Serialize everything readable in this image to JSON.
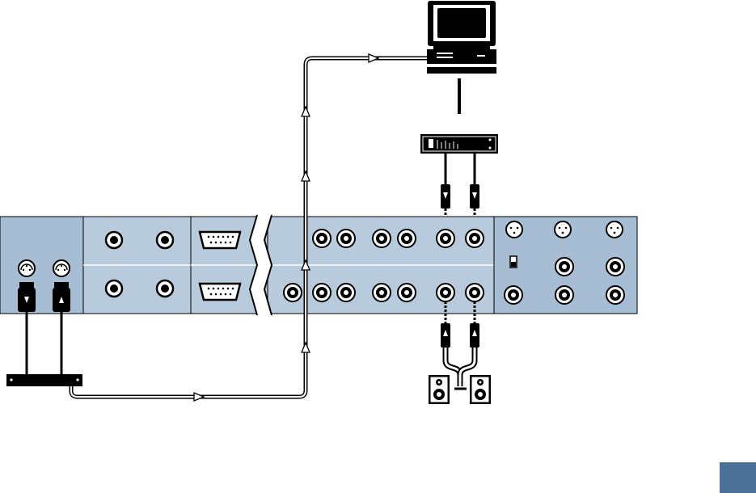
{
  "diagram": {
    "colors": {
      "panel": "#b8cbdd",
      "panel_dark": "#a7bdd3",
      "ink": "#000000",
      "paper": "#ffffff",
      "page_tab": "#4b7199"
    },
    "devices": [
      {
        "id": "computer",
        "icon": "computer-monitor-icon"
      },
      {
        "id": "interface-top",
        "icon": "rack-interface-icon"
      },
      {
        "id": "midi-interface",
        "icon": "rack-midi-interface-icon"
      },
      {
        "id": "rear-panel",
        "icon": "rear-panel-icon"
      },
      {
        "id": "monitor-left",
        "icon": "speaker-icon"
      },
      {
        "id": "monitor-right",
        "icon": "speaker-icon"
      }
    ],
    "connections": [
      {
        "from": "midi-interface",
        "to": "computer",
        "kind": "serial-cable"
      },
      {
        "from": "computer",
        "to": "interface-top",
        "kind": "cable"
      },
      {
        "from": "interface-top",
        "to": "rear-panel",
        "kind": "audio-cable-pair"
      },
      {
        "from": "rear-panel",
        "to": "monitor-left",
        "kind": "audio-cable"
      },
      {
        "from": "rear-panel",
        "to": "monitor-right",
        "kind": "audio-cable"
      },
      {
        "from": "rear-panel",
        "to": "midi-interface",
        "kind": "midi-cable-pair"
      }
    ]
  }
}
